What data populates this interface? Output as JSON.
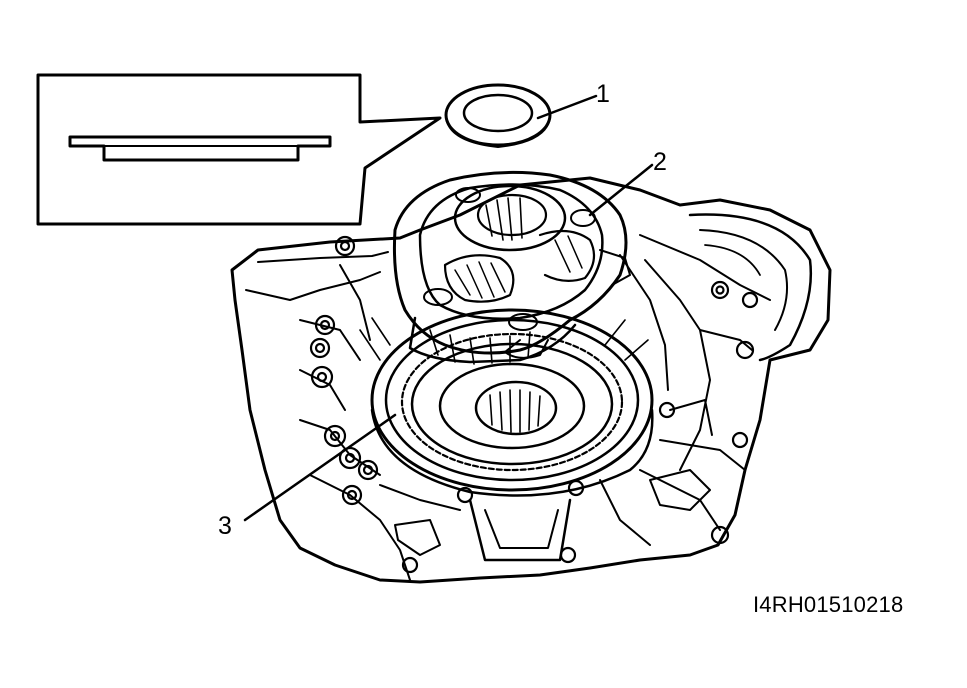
{
  "callouts": [
    {
      "id": "1",
      "text": "1"
    },
    {
      "id": "2",
      "text": "2"
    },
    {
      "id": "3",
      "text": "3"
    }
  ],
  "figure_code": "I4RH01510218",
  "colors": {
    "ink": "#000000",
    "paper": "#ffffff"
  }
}
